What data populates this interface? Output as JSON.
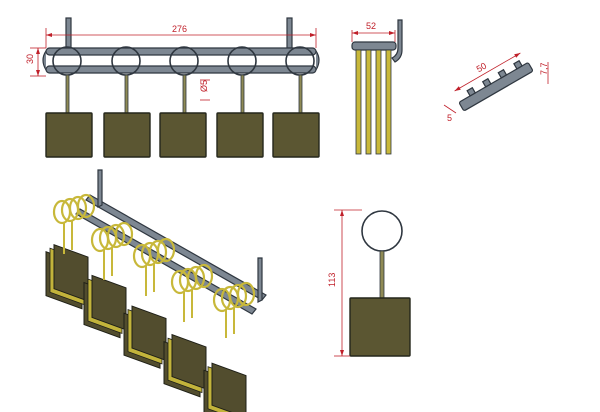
{
  "dimensions": {
    "rail_length": "276",
    "rail_height": "30",
    "ring_diameter": "Ø5",
    "side_depth": "52",
    "bar_length": "50",
    "bar_height": "7,7",
    "bar_width": "5",
    "single_height": "113"
  },
  "colors": {
    "dimension": "#c0202a",
    "rail": "#7d8792",
    "tag": "#5b5632",
    "gold": "#c8b83a"
  }
}
